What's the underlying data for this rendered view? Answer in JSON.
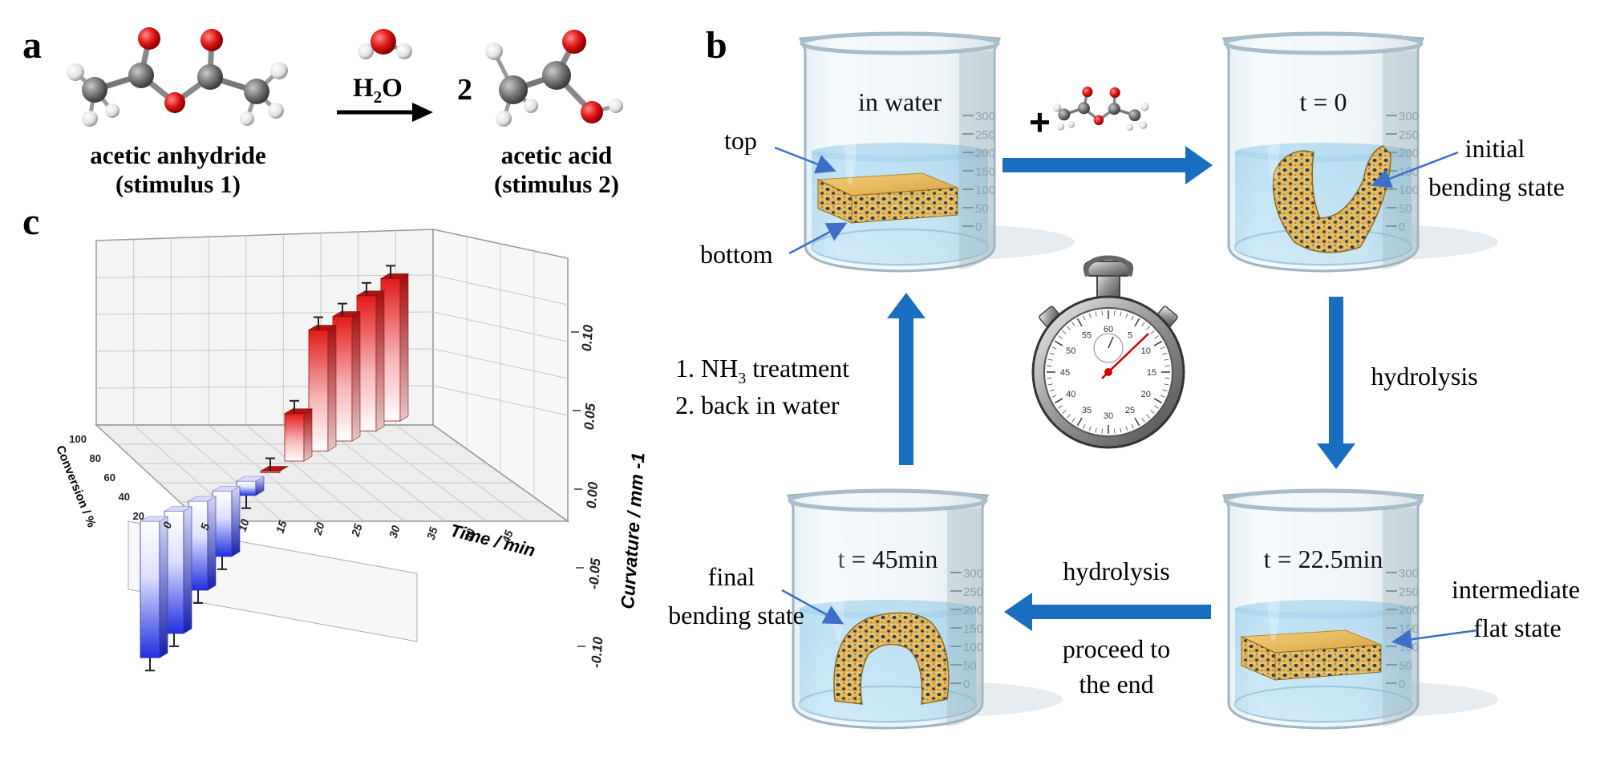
{
  "panel_a": {
    "label": "a",
    "reactant": {
      "name": "acetic anhydride",
      "role": "(stimulus 1)"
    },
    "reagent": {
      "base": "H",
      "sub": "2",
      "tail": "O"
    },
    "coefficient": "2",
    "product": {
      "name": "acetic acid",
      "role": "(stimulus 2)"
    }
  },
  "panel_b": {
    "label": "b",
    "beakers": [
      {
        "id": "water",
        "title": "in water",
        "state": "flat"
      },
      {
        "id": "t0",
        "title": "t = 0",
        "state": "bent"
      },
      {
        "id": "t22",
        "title": "t = 22.5min",
        "state": "flat"
      },
      {
        "id": "t45",
        "title": "t = 45min",
        "state": "arch"
      }
    ],
    "scale_ticks": [
      "300",
      "250",
      "200",
      "150",
      "100",
      "50",
      "0"
    ],
    "callouts": {
      "top": "top",
      "bottom": "bottom",
      "initial_1": "initial",
      "initial_2": "bending state",
      "intermediate_1": "intermediate",
      "intermediate_2": "flat state",
      "final_1": "final",
      "final_2": "bending state"
    },
    "plus": "+",
    "arrows": {
      "right_label": "hydrolysis",
      "bottom_label_top": "hydrolysis",
      "bottom_label_1": "proceed to",
      "bottom_label_2": "the end",
      "left_1_pre": "1. NH",
      "left_1_sub": "3",
      "left_1_post": " treatment",
      "left_2": "2. back in water"
    },
    "stopwatch": {
      "outer_ticks": [
        "60",
        "5",
        "10",
        "15",
        "20",
        "25",
        "30",
        "35",
        "40",
        "45",
        "50",
        "55"
      ]
    },
    "colors": {
      "arrow": "#1a6ec1",
      "water": "#8fd0f2",
      "sponge": "#e9bc5c",
      "pore": "#2c3e55"
    }
  },
  "panel_c": {
    "label": "c",
    "chart_data": {
      "type": "bar",
      "title": "",
      "xlabel": "Time / min",
      "ylabel": "Curvature / mm -1",
      "zlabel": "Conversion / %",
      "x_ticks": [
        "0",
        "5",
        "10",
        "15",
        "20",
        "25",
        "30",
        "35",
        "40",
        "45"
      ],
      "y_ticks": [
        "0.10",
        "0.05",
        "0.00",
        "-0.05",
        "-0.10"
      ],
      "z_ticks": [
        "100",
        "80",
        "60",
        "40",
        "20"
      ],
      "ylim": [
        -0.12,
        0.14
      ],
      "series": [
        {
          "color": "#2b36e0",
          "points": [
            {
              "x": 0,
              "y": -0.115
            },
            {
              "x": 2.5,
              "y": -0.103
            },
            {
              "x": 5,
              "y": -0.075
            },
            {
              "x": 7.5,
              "y": -0.055
            },
            {
              "x": 10,
              "y": -0.012
            },
            {
              "x": 12.5,
              "y": 0.0
            }
          ]
        },
        {
          "color": "#e01919",
          "points": [
            {
              "x": 15,
              "y": 0.04
            },
            {
              "x": 17.5,
              "y": 0.102
            },
            {
              "x": 20,
              "y": 0.105
            },
            {
              "x": 22.5,
              "y": 0.114
            },
            {
              "x": 25,
              "y": 0.12
            }
          ]
        }
      ]
    }
  }
}
